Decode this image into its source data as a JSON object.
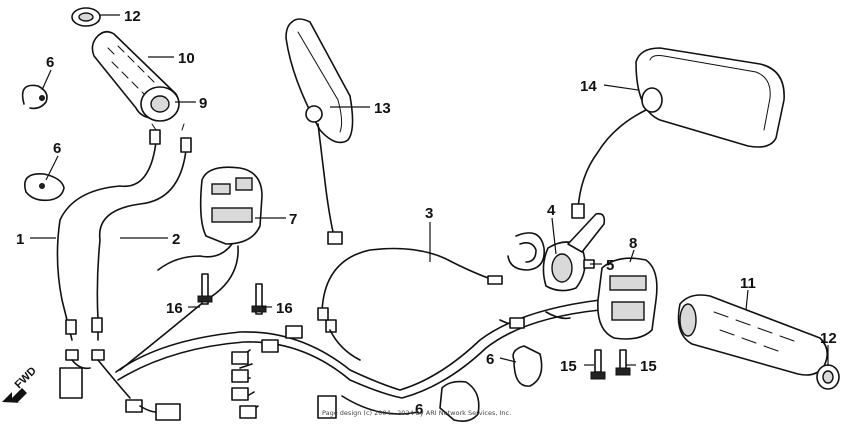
{
  "callouts": {
    "c1": "1",
    "c2": "2",
    "c3": "3",
    "c4": "4",
    "c5": "5",
    "c6a": "6",
    "c6b": "6",
    "c6c": "6",
    "c6d": "6",
    "c7": "7",
    "c8": "8",
    "c9": "9",
    "c10": "10",
    "c11": "11",
    "c12a": "12",
    "c12b": "12",
    "c13": "13",
    "c14": "14",
    "c15a": "15",
    "c15b": "15",
    "c16a": "16",
    "c16b": "16"
  },
  "fwd_label": "FWD",
  "copyright": "Page design (c) 2004 - 2024 by ARI Network Services, Inc."
}
